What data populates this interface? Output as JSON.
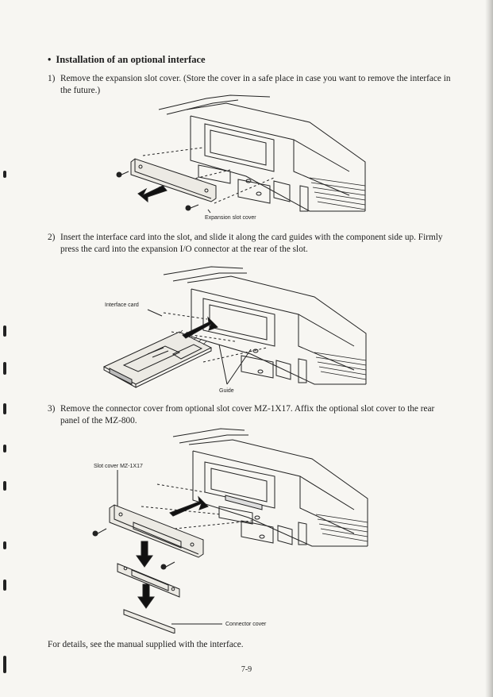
{
  "section": {
    "bullet": "•",
    "title": "Installation of an optional interface"
  },
  "steps": [
    {
      "number": "1)",
      "text": "Remove the expansion slot cover. (Store the cover in a safe place in case you want to remove the interface in the future.)"
    },
    {
      "number": "2)",
      "text": "Insert the interface card into the slot, and slide it along the card guides with the component side up. Firmly press the card into the expansion I/O connector at the rear of the slot."
    },
    {
      "number": "3)",
      "text": "Remove the connector cover from optional slot cover MZ-1X17. Affix the optional slot cover to the rear panel of the MZ-800."
    }
  ],
  "figures": {
    "fig1": {
      "label": "Expansion slot cover"
    },
    "fig2": {
      "label_card": "Interface card",
      "label_guide": "Guide"
    },
    "fig3": {
      "label_slot": "Slot cover MZ-1X17",
      "label_connector": "Connector cover"
    }
  },
  "footer": {
    "note": "For details, see the manual supplied with the interface.",
    "page_number": "7-9"
  }
}
